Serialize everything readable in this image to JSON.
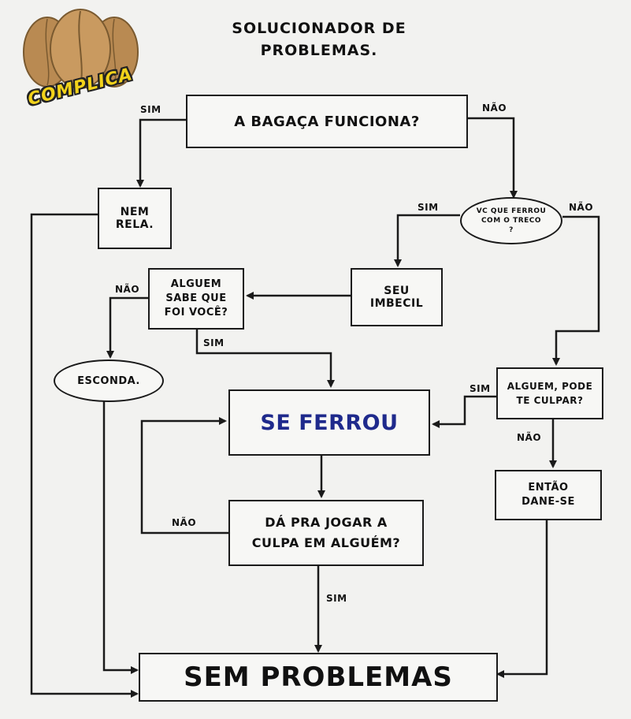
{
  "title": "SOLUCIONADOR DE\nPROBLEMAS.",
  "logo_text": "COMPLICA",
  "nodes": {
    "bagaca": "A BAGAÇA FUNCIONA?",
    "nem_rela": "NEM\nRELA.",
    "vc_ferrou": "VC QUE FERROU\nCOM O TRECO\n?",
    "seu_imbecil": "SEU\nIMBECIL",
    "alguem_sabe": "ALGUEM\nSABE QUE\nFOI VOCÊ?",
    "esconda": "ESCONDA.",
    "se_ferrou": "SE FERROU",
    "alguem_culpar": "ALGUEM, PODE\nTE CULPAR?",
    "dane_se": "ENTÃO\nDANE-SE",
    "jogar_culpa": "DÁ PRA JOGAR A\nCULPA EM ALGUÉM?",
    "sem_problemas": "SEM PROBLEMAS"
  },
  "edge_labels": {
    "bagaca_sim": "SIM",
    "bagaca_nao": "NÃO",
    "vc_sim": "SIM",
    "vc_nao": "NÃO",
    "sabe_nao": "NÃO",
    "sabe_sim": "SIM",
    "culpar_sim": "SIM",
    "culpar_nao": "NÃO",
    "jogar_nao": "NÃO",
    "jogar_sim": "SIM"
  },
  "colors": {
    "se_ferrou_text": "#1f2a8c",
    "logo_text": "#f2d21a",
    "line": "#1a1a1a"
  }
}
